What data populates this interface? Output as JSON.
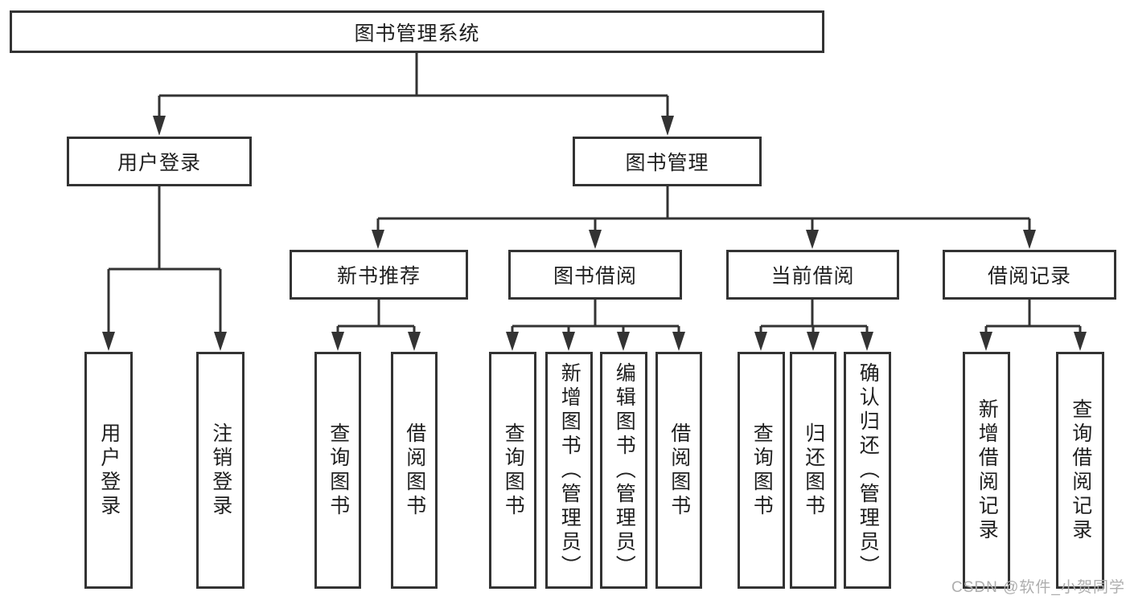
{
  "tree": {
    "root": {
      "label": "图书管理系统",
      "children": [
        {
          "label": "用户登录",
          "children": [
            {
              "label": "用户登录"
            },
            {
              "label": "注销登录"
            }
          ]
        },
        {
          "label": "图书管理",
          "children": [
            {
              "label": "新书推荐",
              "children": [
                {
                  "label": "查询图书"
                },
                {
                  "label": "借阅图书"
                }
              ]
            },
            {
              "label": "图书借阅",
              "children": [
                {
                  "label": "查询图书"
                },
                {
                  "label": "新增图书（管理员）"
                },
                {
                  "label": "编辑图书（管理员）"
                },
                {
                  "label": "借阅图书"
                }
              ]
            },
            {
              "label": "当前借阅",
              "children": [
                {
                  "label": "查询图书"
                },
                {
                  "label": "归还图书"
                },
                {
                  "label": "确认归还（管理员）"
                }
              ]
            },
            {
              "label": "借阅记录",
              "children": [
                {
                  "label": "新增借阅记录"
                },
                {
                  "label": "查询借阅记录"
                }
              ]
            }
          ]
        }
      ]
    }
  },
  "watermark": {
    "text": "CSDN @软件_小贺同学"
  },
  "colors": {
    "line": "#333333",
    "box_border": "#333333",
    "text": "#1f1f1f",
    "background": "#ffffff",
    "watermark": "#aeaeae"
  }
}
